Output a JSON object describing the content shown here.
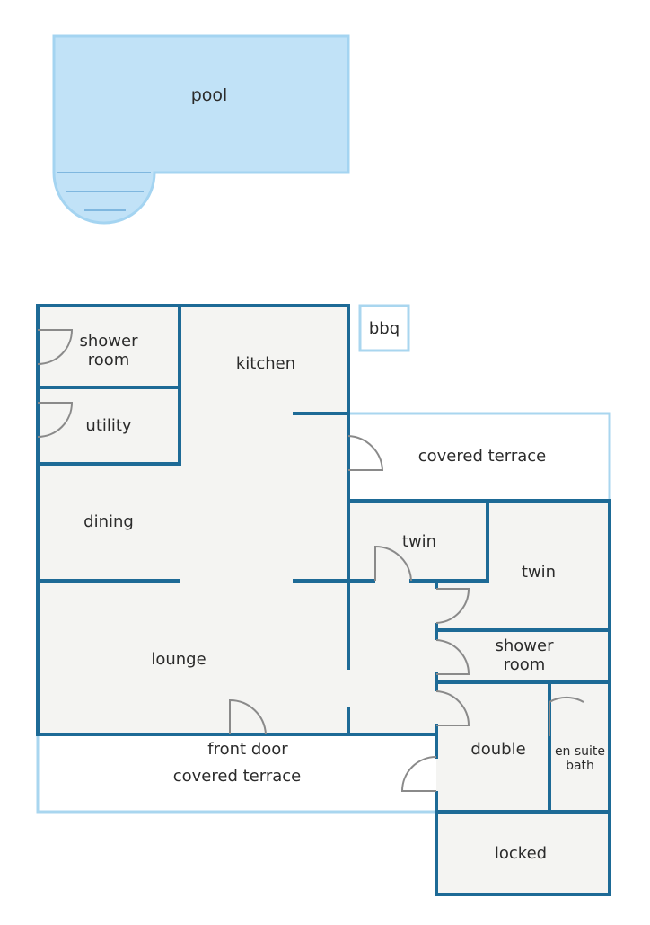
{
  "colors": {
    "wall": "#1d6a96",
    "terrace_outline": "#a9d6ef",
    "pool": "#c1e2f7",
    "floor": "#f4f4f2",
    "door": "#8a8a8a",
    "text": "#2b2b2b"
  },
  "labels": {
    "pool": "pool",
    "bbq": "bbq",
    "shower_room_1_line1": "shower",
    "shower_room_1_line2": "room",
    "kitchen": "kitchen",
    "utility": "utility",
    "covered_terrace_east": "covered terrace",
    "dining": "dining",
    "twin_1": "twin",
    "twin_2": "twin",
    "lounge": "lounge",
    "shower_room_2_line1": "shower",
    "shower_room_2_line2": "room",
    "front_door": "front door",
    "double": "double",
    "en_suite_line1": "en suite",
    "en_suite_line2": "bath",
    "covered_terrace_south": "covered terrace",
    "locked": "locked"
  }
}
